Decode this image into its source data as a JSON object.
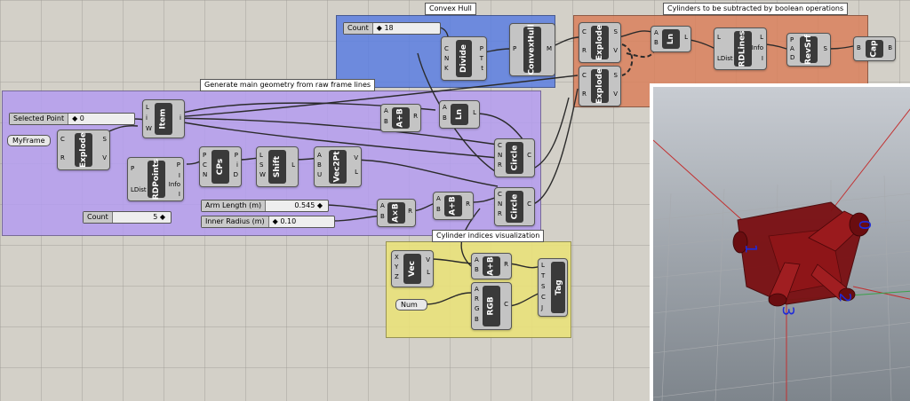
{
  "groups": {
    "convex_hull": "Convex Hull",
    "cylinders_subtract": "Cylinders to be subtracted by boolean operations",
    "main_geometry": "Generate main geometry from raw frame lines",
    "cylinder_indices": "Cylinder indices visualization"
  },
  "params": {
    "selected_point_label": "Selected Point",
    "selected_point_value": "◆ 0",
    "myframe_label": "MyFrame",
    "count_top_label": "Count",
    "count_top_value": "◆ 18",
    "count_bottom_label": "Count",
    "count_bottom_value": "5 ◆",
    "arm_length_label": "Arm Length (m)",
    "arm_length_value": "0.545 ◆",
    "inner_radius_label": "Inner Radius (m)",
    "inner_radius_value": "◆ 0.10",
    "num_label": "Num"
  },
  "components": {
    "divide": "Divide",
    "convexhull": "ConvexHull",
    "explode": "Explode",
    "ln": "Ln",
    "rdlines": "RDLines",
    "revsrf": "RevSrf",
    "cap": "Cap",
    "item": "Item",
    "rdpoints": "RDPoints",
    "cps": "CPs",
    "shift": "Shift",
    "vec2pt": "Vec2Pt",
    "aplusb": "A+B",
    "atimesb": "A×B",
    "circle": "Circle",
    "vec": "Vec",
    "rgb": "RGB",
    "tag": "Tag"
  },
  "viewport_labels": [
    "0",
    "1",
    "2",
    "3"
  ],
  "colors": {
    "convex_hull_group": "#5a7ee0",
    "cylinders_group": "#d9805c",
    "main_group": "#b49cf0",
    "viz_group": "#e9e17a",
    "geometry": "#7a0f12",
    "label_blue": "#1f2ad8"
  }
}
